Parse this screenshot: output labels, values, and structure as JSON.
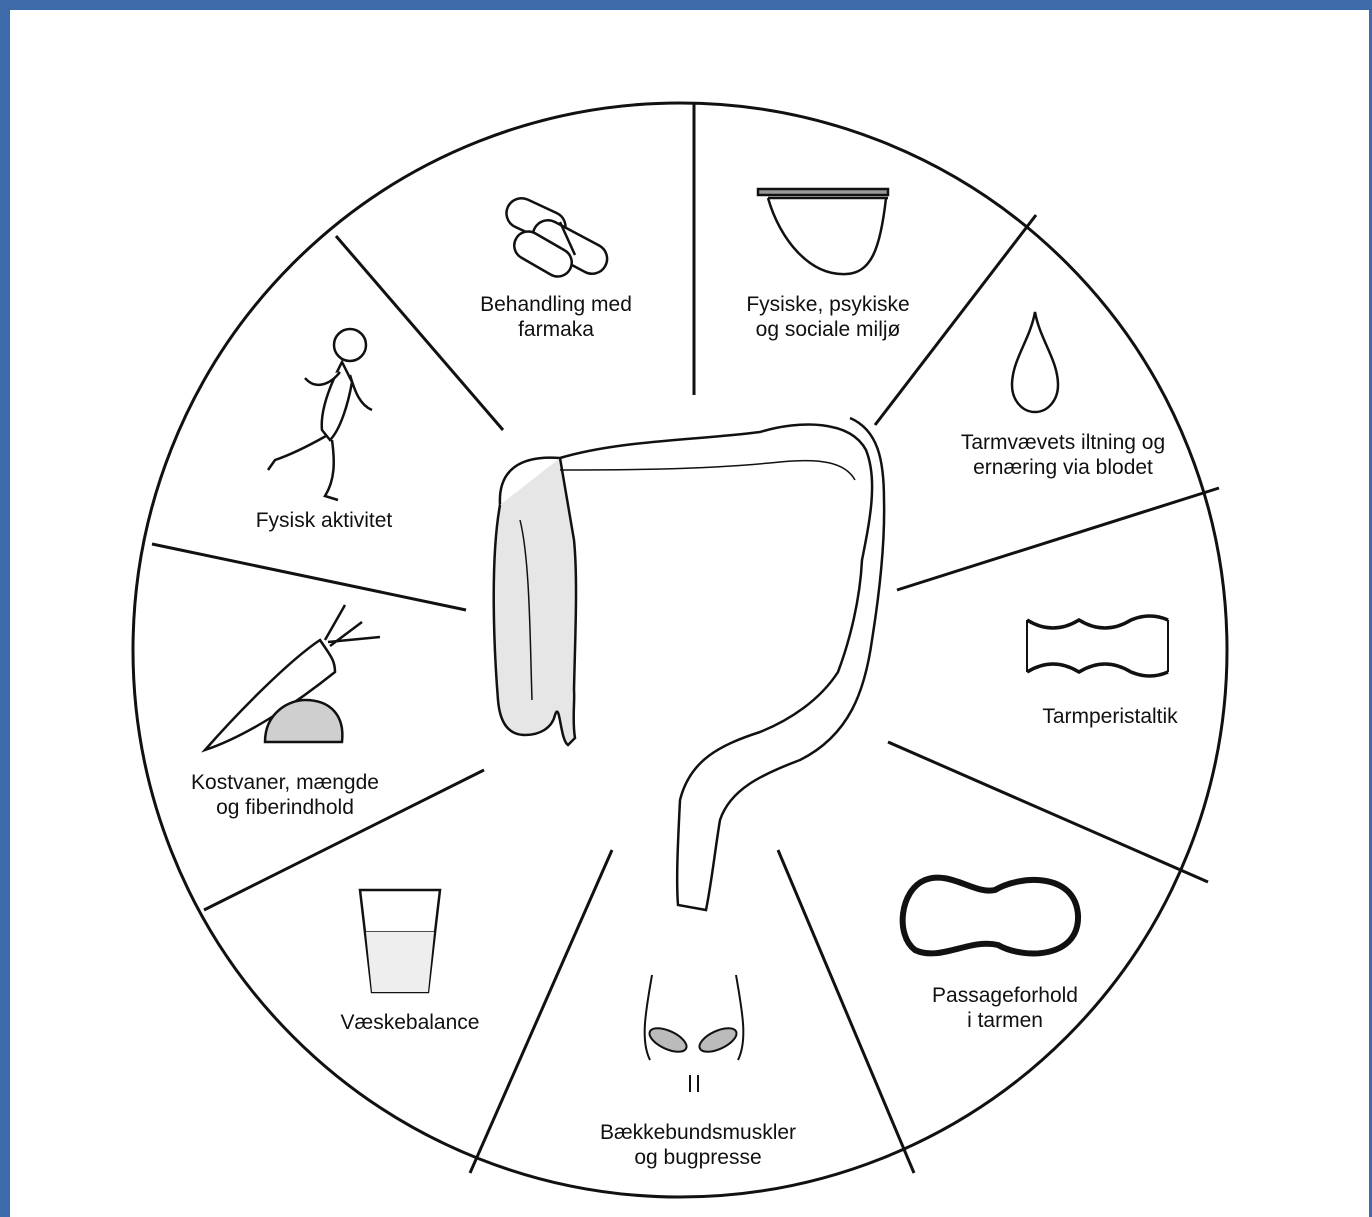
{
  "segments": [
    {
      "id": "farmaka",
      "icon": "pills-icon",
      "lines": [
        "Behandling med",
        "farmaka"
      ]
    },
    {
      "id": "miljoe",
      "icon": "bedpan-icon",
      "lines": [
        "Fysiske, psykiske",
        "og sociale miljø"
      ]
    },
    {
      "id": "iltning",
      "icon": "blood-drop-icon",
      "lines": [
        "Tarmvævets iltning og",
        "ernæring via blodet"
      ]
    },
    {
      "id": "peristaltik",
      "icon": "peristalsis-icon",
      "lines": [
        "Tarmperistaltik"
      ]
    },
    {
      "id": "passage",
      "icon": "intestine-passage-icon",
      "lines": [
        "Passageforhold",
        "i tarmen"
      ]
    },
    {
      "id": "bækkenbund",
      "icon": "pelvic-floor-icon",
      "lines": [
        "Bækkebundsmuskler",
        "og bugpresse"
      ]
    },
    {
      "id": "væske",
      "icon": "water-glass-icon",
      "lines": [
        "Væskebalance"
      ]
    },
    {
      "id": "kost",
      "icon": "carrot-bread-icon",
      "lines": [
        "Kostvaner, mængde",
        "og fiberindhold"
      ]
    },
    {
      "id": "aktivitet",
      "icon": "running-person-icon",
      "lines": [
        "Fysisk aktivitet"
      ]
    }
  ],
  "center": {
    "icon": "colon-icon"
  },
  "colors": {
    "border": "#3d6aa8",
    "ink": "#111111",
    "shade": "#cfcfcf"
  }
}
